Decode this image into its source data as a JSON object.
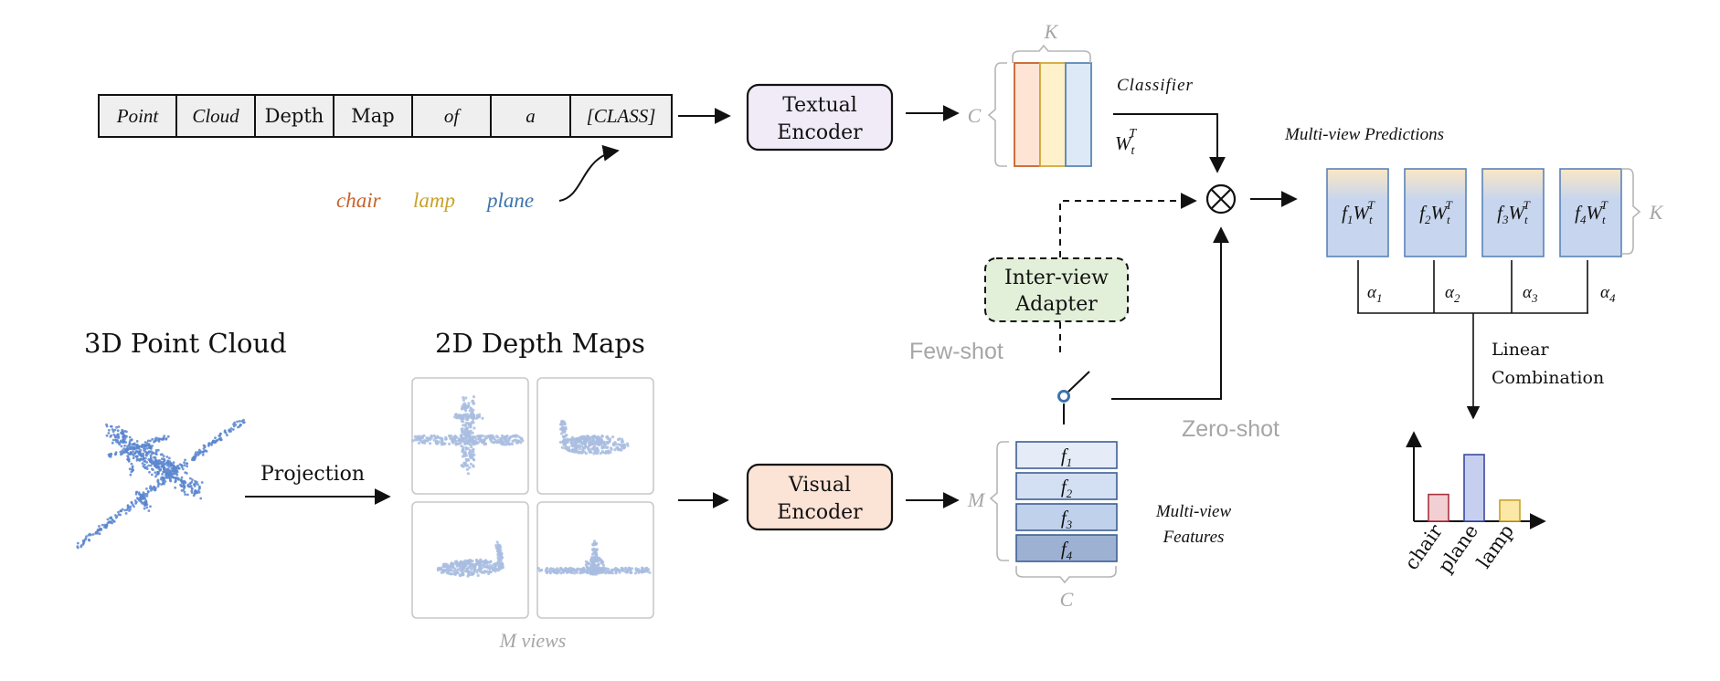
{
  "prompt": {
    "tokens": [
      "Point",
      "Cloud",
      "Depth",
      "Map",
      "of",
      "a",
      "[CLASS]"
    ],
    "classes": [
      {
        "name": "chair",
        "color": "#c8622a"
      },
      {
        "name": "lamp",
        "color": "#c9a227"
      },
      {
        "name": "plane",
        "color": "#3d73ad"
      }
    ]
  },
  "textual_encoder": {
    "line1": "Textual",
    "line2": "Encoder",
    "fill": "#f1ebf7"
  },
  "visual_encoder": {
    "line1": "Visual",
    "line2": "Encoder",
    "fill": "#fbe3d6"
  },
  "classifier": {
    "label": "Classifier",
    "dim_k": "K",
    "dim_c": "C",
    "weight_base": "W",
    "weight_sub": "t",
    "weight_sup": "T",
    "columns": [
      {
        "fill": "#fde4d5",
        "stroke": "#c8622a"
      },
      {
        "fill": "#fff1c9",
        "stroke": "#d4a73c"
      },
      {
        "fill": "#dde9f7",
        "stroke": "#5a86b7"
      }
    ]
  },
  "adapter": {
    "line1": "Inter-view",
    "line2": "Adapter",
    "fill": "#e3f0d9"
  },
  "few_shot_label": "Few-shot",
  "zero_shot_label": "Zero-shot",
  "point_cloud": {
    "title": "3D Point Cloud",
    "projection": "Projection"
  },
  "depth_maps": {
    "title": "2D Depth Maps",
    "views_label": "M views"
  },
  "features": {
    "dim_m": "M",
    "dim_c": "C",
    "label_line1": "Multi-view",
    "label_line2": "Features",
    "items": [
      {
        "base": "f",
        "sub": "1",
        "fill": "#e5ecf7"
      },
      {
        "base": "f",
        "sub": "2",
        "fill": "#d3dff2"
      },
      {
        "base": "f",
        "sub": "3",
        "fill": "#c0d1ec"
      },
      {
        "base": "f",
        "sub": "4",
        "fill": "#9db2d3"
      }
    ]
  },
  "predictions": {
    "title": "Multi-view Predictions",
    "dim_k": "K",
    "items": [
      {
        "f_sub": "1",
        "alpha_sub": "1"
      },
      {
        "f_sub": "2",
        "alpha_sub": "2"
      },
      {
        "f_sub": "3",
        "alpha_sub": "3"
      },
      {
        "f_sub": "4",
        "alpha_sub": "4"
      }
    ],
    "f_base": "f",
    "w_base": "W",
    "w_sub": "t",
    "w_sup": "T",
    "alpha_base": "α"
  },
  "combination": {
    "line1": "Linear",
    "line2": "Combination"
  },
  "chart_data": {
    "type": "bar",
    "categories": [
      "chair",
      "plane",
      "lamp"
    ],
    "values": [
      0.33,
      0.82,
      0.26
    ],
    "ylim": [
      0,
      1
    ],
    "colors": [
      "#f2cfd3",
      "#c7cff0",
      "#fbe7a6"
    ],
    "strokes": [
      "#a8323e",
      "#3b4aa0",
      "#c9a227"
    ]
  }
}
